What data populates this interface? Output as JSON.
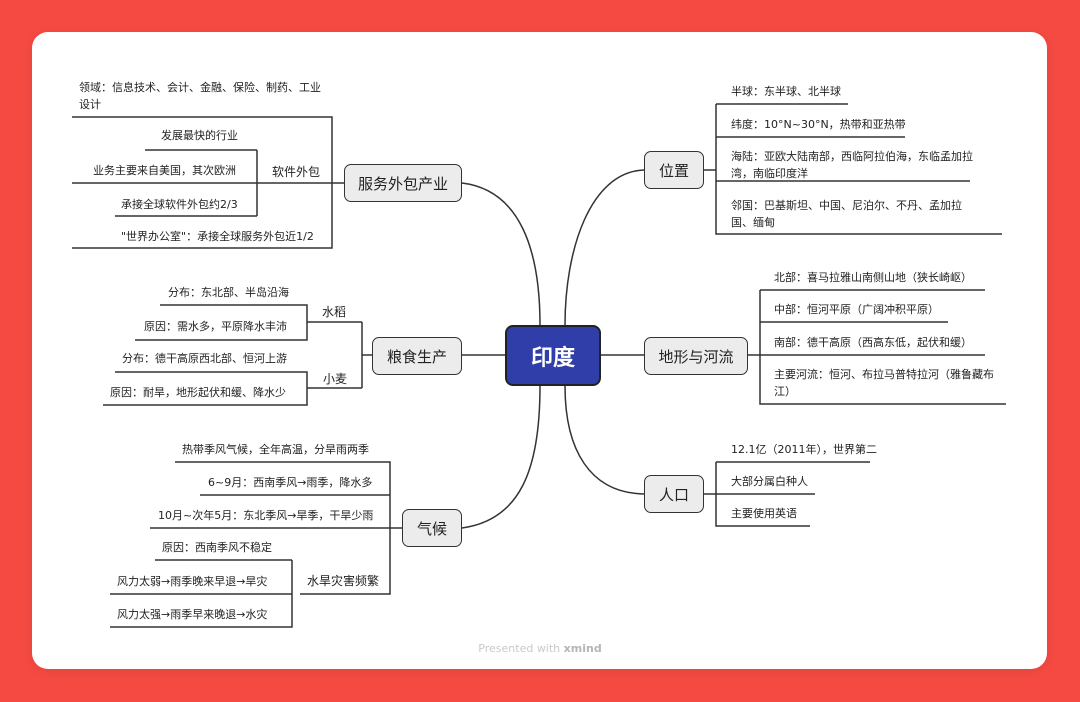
{
  "center": "印度",
  "footer": {
    "text": "Presented with",
    "brand": "xmind"
  },
  "topics": {
    "services": {
      "label": "服务外包产业",
      "software_label": "软件外包",
      "items": [
        "领域：信息技术、会计、金融、保险、制药、工业设计",
        "发展最快的行业",
        "业务主要来自美国，其次欧洲",
        "承接全球软件外包约2/3",
        "\"世界办公室\"：承接全球服务外包近1/2"
      ]
    },
    "food": {
      "label": "粮食生产",
      "rice": {
        "label": "水稻",
        "items": [
          "分布：东北部、半岛沿海",
          "原因：需水多，平原降水丰沛"
        ]
      },
      "wheat": {
        "label": "小麦",
        "items": [
          "分布：德干高原西北部、恒河上游",
          "原因：耐旱，地形起伏和缓、降水少"
        ]
      }
    },
    "climate": {
      "label": "气候",
      "items": [
        "热带季风气候，全年高温，分旱雨两季",
        "6~9月：西南季风→雨季，降水多",
        "10月~次年5月：东北季风→旱季，干旱少雨"
      ],
      "disaster": {
        "label": "水旱灾害频繁",
        "items": [
          "原因：西南季风不稳定",
          "风力太弱→雨季晚来早退→旱灾",
          "风力太强→雨季早来晚退→水灾"
        ]
      }
    },
    "location": {
      "label": "位置",
      "items": [
        "半球：东半球、北半球",
        "纬度：10°N~30°N，热带和亚热带",
        "海陆：亚欧大陆南部，西临阿拉伯海，东临孟加拉湾，南临印度洋",
        "邻国：巴基斯坦、中国、尼泊尔、不丹、孟加拉国、缅甸"
      ]
    },
    "terrain": {
      "label": "地形与河流",
      "items": [
        "北部：喜马拉雅山南侧山地（狭长崎岖）",
        "中部：恒河平原（广阔冲积平原）",
        "南部：德干高原（西高东低，起伏和缓）",
        "主要河流：恒河、布拉马普特拉河（雅鲁藏布江）"
      ]
    },
    "population": {
      "label": "人口",
      "items": [
        "12.1亿（2011年），世界第二",
        "大部分属白种人",
        "主要使用英语"
      ]
    }
  }
}
